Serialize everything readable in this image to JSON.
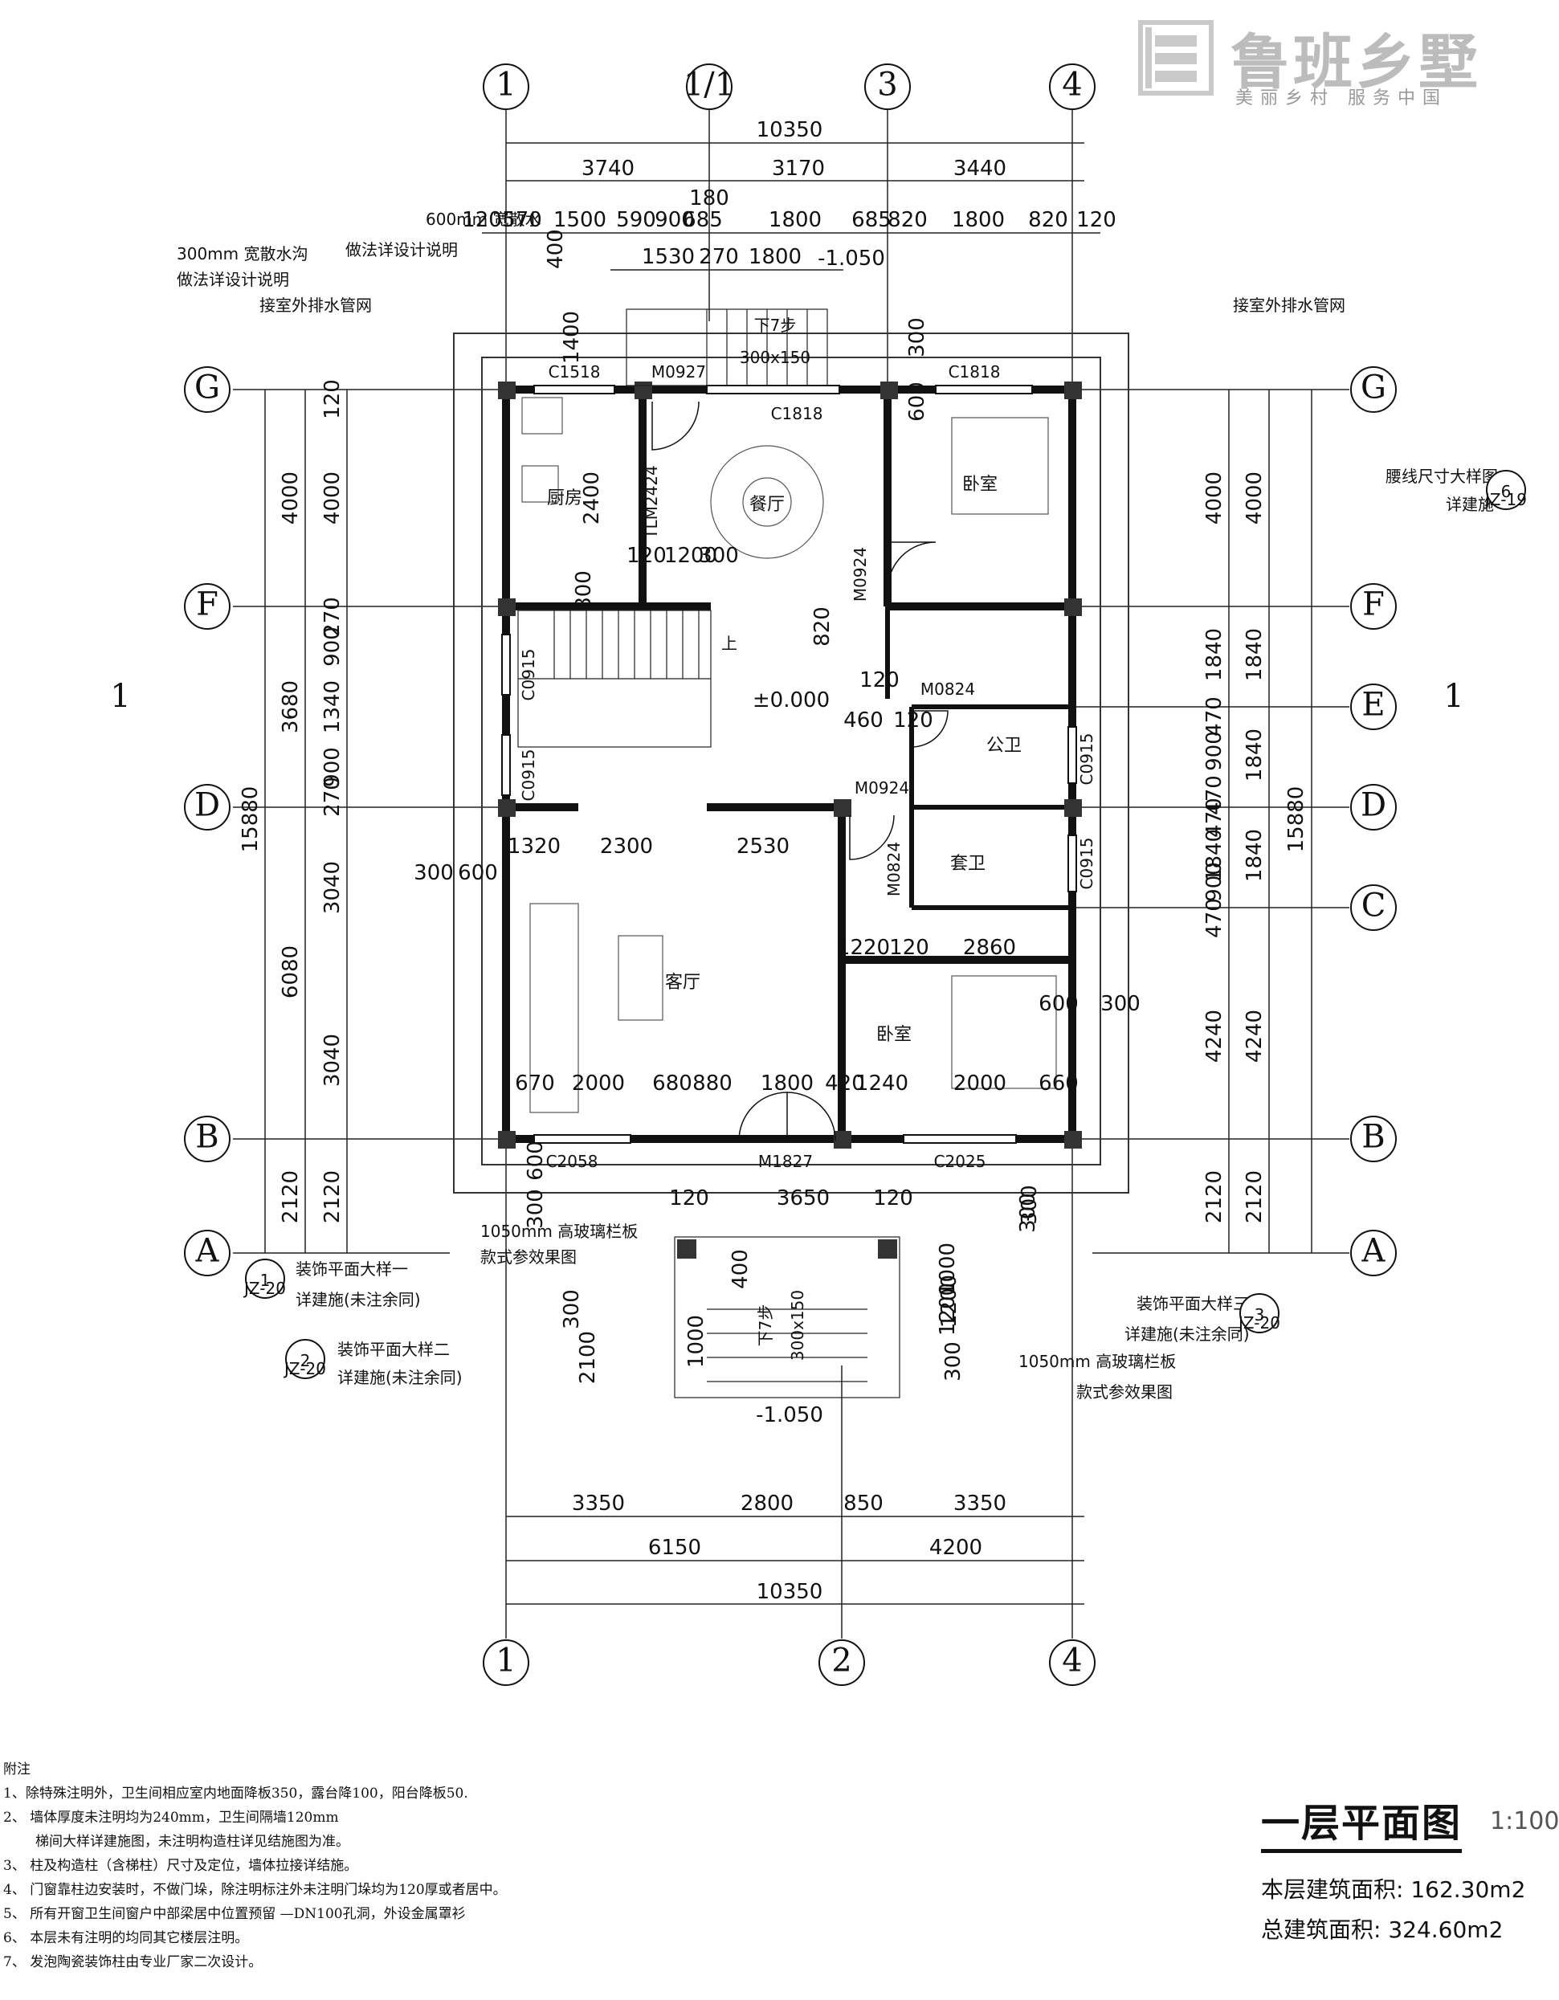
{
  "logo": {
    "brand": "鲁班乡墅",
    "slogan": "美丽乡村 服务中国",
    "mark_icon": "ban-seal-logo"
  },
  "axes": {
    "top": [
      "1",
      "1/1",
      "3",
      "4"
    ],
    "bottom": [
      "1",
      "2",
      "4"
    ],
    "left": [
      "G",
      "F",
      "D",
      "B",
      "A"
    ],
    "right": [
      "G",
      "F",
      "E",
      "D",
      "C",
      "B",
      "A"
    ]
  },
  "dims": {
    "top_total": "10350",
    "top_seg": [
      "3740",
      "3170",
      "3440"
    ],
    "top_detail": [
      "120",
      "570",
      "1500",
      "590",
      "900",
      "685",
      "1800",
      "685",
      "820",
      "1800",
      "820",
      "120"
    ],
    "top_180": "180",
    "top_stair": [
      "1530",
      "270",
      "1800"
    ],
    "bot_seg": [
      "3350",
      "2800",
      "850",
      "3350"
    ],
    "bot_mid": [
      "6150",
      "4200"
    ],
    "bot_total": "10350",
    "left_total": "15880",
    "left_mid": [
      "4000",
      "3680",
      "6080",
      "2120"
    ],
    "left_inner": [
      "120",
      "4000",
      "270",
      "900",
      "1340",
      "900",
      "270",
      "3040",
      "3040",
      "2120"
    ],
    "right_total": "15880",
    "right_inner": [
      "4000",
      "1840",
      "1840",
      "1840",
      "4240",
      "2120"
    ],
    "right_inner2": [
      "4000",
      "1840",
      "470",
      "900",
      "470",
      "1840",
      "470",
      "900",
      "470",
      "4240",
      "2120"
    ],
    "misc": [
      "400",
      "1400",
      "300",
      "600",
      "2400",
      "800",
      "120",
      "1200",
      "300",
      "820",
      "120",
      "460",
      "120",
      "1320",
      "2300",
      "2530",
      "300",
      "600",
      "1220",
      "120",
      "2860",
      "600",
      "300",
      "670",
      "2000",
      "680",
      "880",
      "1800",
      "420",
      "1240",
      "2000",
      "660",
      "600",
      "300",
      "120",
      "3650",
      "120",
      "300",
      "400",
      "1000",
      "300",
      "1200",
      "2100",
      "1000",
      "300",
      "1200",
      "300"
    ]
  },
  "elevations": [
    "-1.050",
    "±0.000",
    "-1.050"
  ],
  "openings": [
    "C1518",
    "M0927",
    "C1818",
    "C1818",
    "TLM2424",
    "M0924",
    "C0915",
    "C0915",
    "M0824",
    "M0924",
    "C0915",
    "M0824",
    "C0915",
    "C2058",
    "M1827",
    "C2025"
  ],
  "rooms": [
    "厨房",
    "餐厅",
    "卧室",
    "公卫",
    "套卫",
    "客厅",
    "卧室"
  ],
  "stair_labels": [
    "下7步",
    "300x150",
    "上",
    "下7步",
    "300x150"
  ],
  "callouts": {
    "drain_600": [
      "600mm 宽散水",
      "做法详设计说明"
    ],
    "ditch_300": [
      "300mm 宽散水沟",
      "做法详设计说明"
    ],
    "pipe_left": "接室外排水管网",
    "pipe_right": "接室外排水管网",
    "waistline": [
      "腰线尺寸大样图",
      "详建施",
      "6",
      "JZ-19"
    ],
    "rail_left": [
      "1050mm 高玻璃栏板",
      "款式参效果图"
    ],
    "rail_right": [
      "1050mm 高玻璃栏板",
      "款式参效果图"
    ],
    "detail1": [
      "装饰平面大样一",
      "详建施(未注余同)",
      "1",
      "JZ-20"
    ],
    "detail2": [
      "装饰平面大样二",
      "详建施(未注余同)",
      "2",
      "JZ-20"
    ],
    "detail3": [
      "装饰平面大样三",
      "详建施(未注余同)",
      "3",
      "JZ-20"
    ]
  },
  "section_mark": "1",
  "notes": {
    "header": "附注",
    "items": [
      "1、除特殊注明外，卫生间相应室内地面降板350，露台降100，阳台降板50.",
      "2、 墙体厚度未注明均为240mm，卫生间隔墙120mm",
      "梯间大样详建施图，未注明构造柱详见结施图为准。",
      "3、 柱及构造柱（含梯柱）尺寸及定位，墙体拉接详结施。",
      "4、 门窗靠柱边安装时，不做门垛，除注明标注外未注明门垛均为120厚或者居中。",
      "5、 所有开窗卫生间窗户中部梁居中位置预留  —DN100孔洞，外设金属罩衫",
      "6、 本层未有注明的均同其它楼层注明。",
      "7、 发泡陶瓷装饰柱由专业厂家二次设计。"
    ]
  },
  "title": {
    "name": "一层平面图",
    "scale": "1:100",
    "floor_area": "本层建筑面积: 162.30m2",
    "total_area": "总建筑面积: 324.60m2"
  }
}
